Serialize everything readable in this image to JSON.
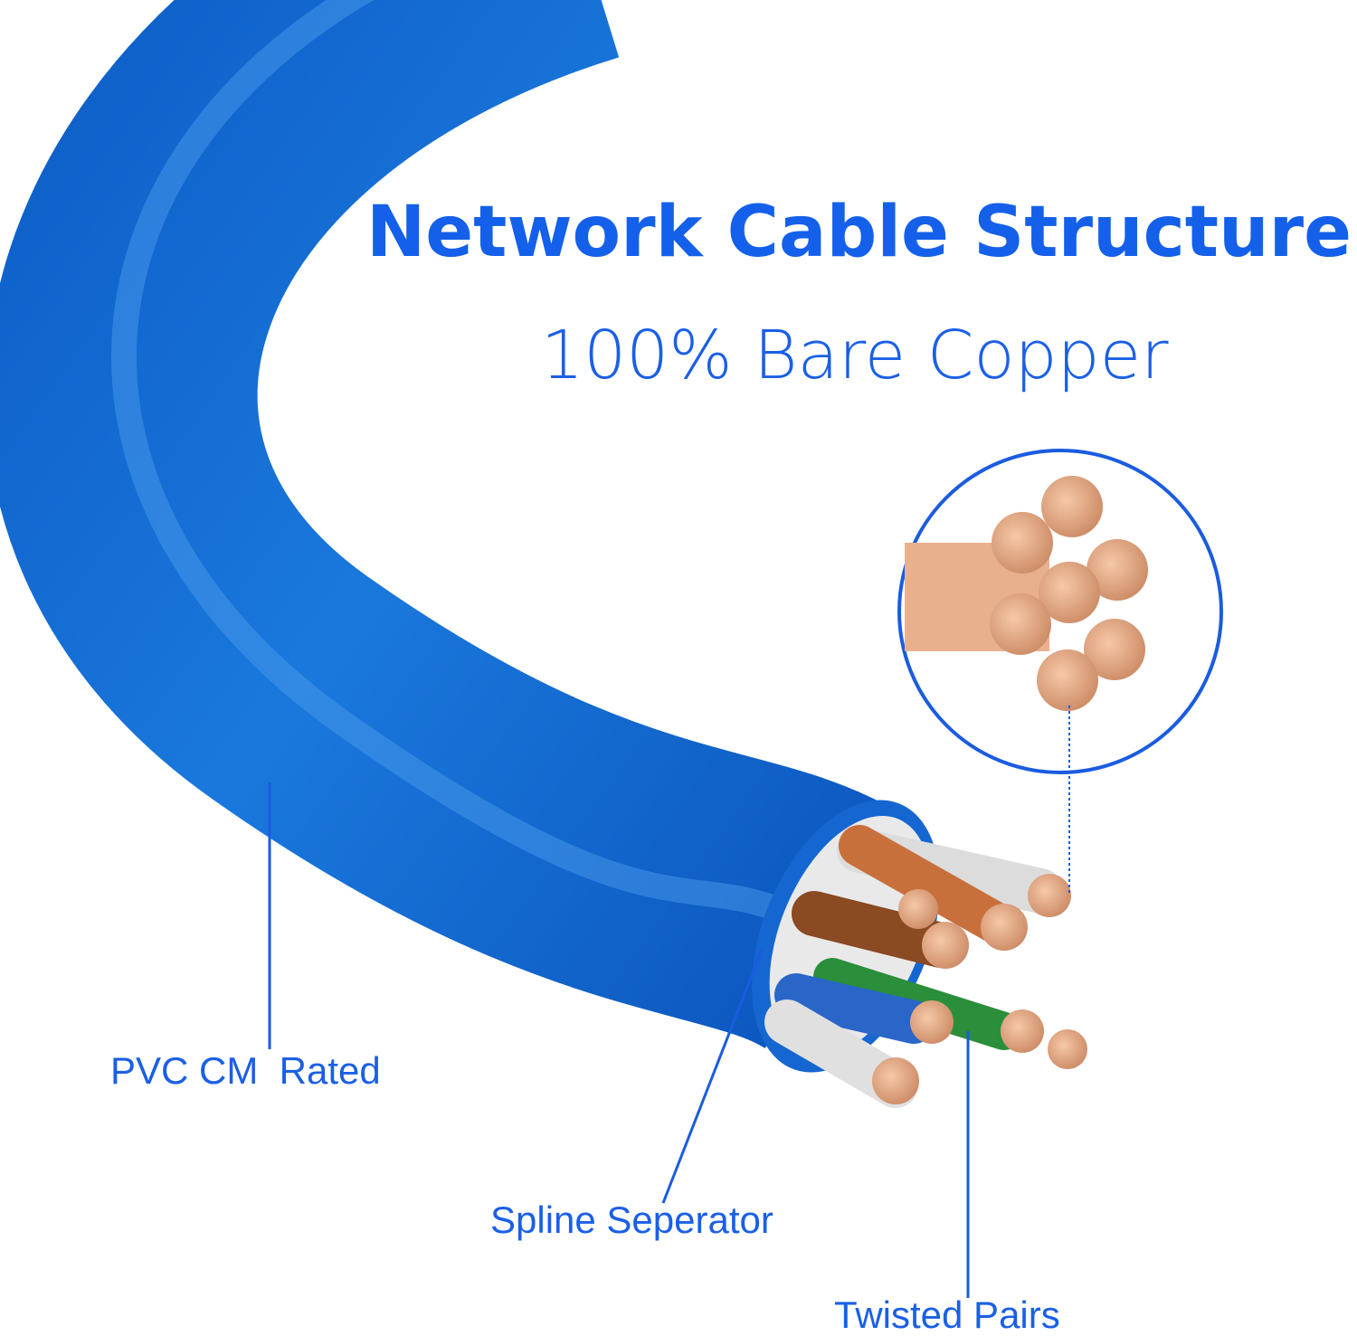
{
  "title": "Network Cable Structure",
  "subtitle": "100% Bare Copper",
  "labels": {
    "pvc": "PVC CM  Rated",
    "spline": "Spline Seperator",
    "twisted": "Twisted Pairs"
  },
  "colors": {
    "accent": "#1460ea",
    "cable_jacket": "#1a6fd6",
    "copper": "#e0a07a"
  }
}
